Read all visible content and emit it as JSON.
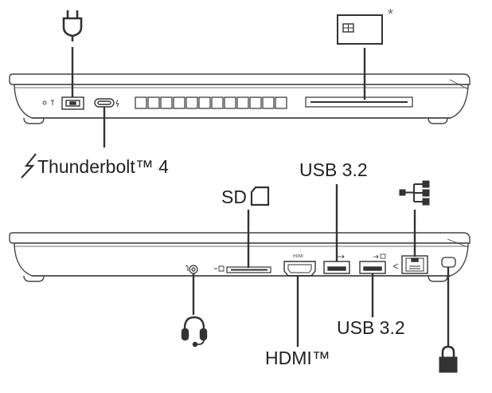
{
  "labels": {
    "thunderbolt": "Thunderbolt™ 4",
    "usb_top": "USB 3.2",
    "usb_bottom": "USB 3.2",
    "sd": "SD",
    "hdmi": "HDMI™",
    "smartcard_note": "*",
    "hdmi_port_text": "HDMI"
  },
  "icons": [
    "power-plug-icon",
    "smart-card-icon",
    "thunderbolt-bolt-icon",
    "sd-card-icon",
    "ethernet-network-icon",
    "headset-icon",
    "lock-icon"
  ],
  "colors": {
    "line": "#333333",
    "outline": "#444444",
    "label": "#222222"
  }
}
